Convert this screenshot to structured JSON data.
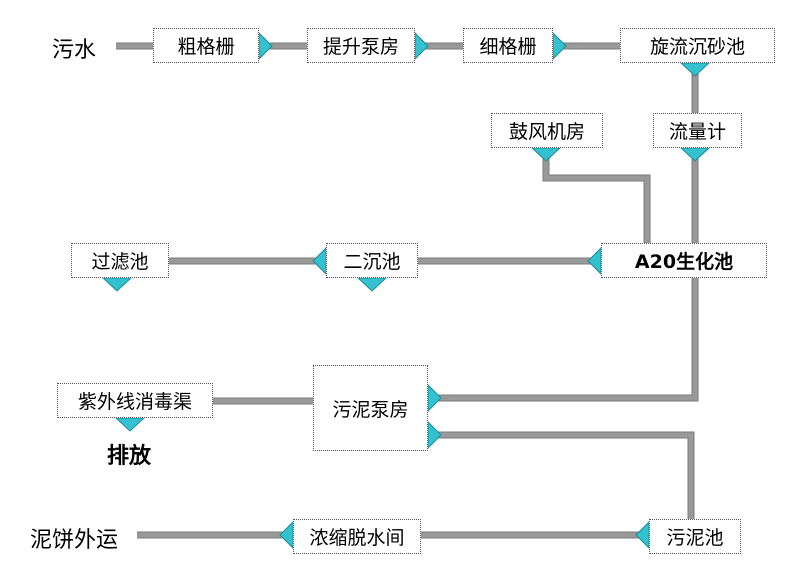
{
  "diagram": {
    "source_label": "污水",
    "discharge_label": "排放",
    "cake_label": "泥饼外运",
    "nodes": {
      "coarse_screen": "粗格栅",
      "lift_pump": "提升泵房",
      "fine_screen": "细格栅",
      "grit_chamber": "旋流沉砂池",
      "flow_meter": "流量计",
      "blower_room": "鼓风机房",
      "a2o_tank": "A20生化池",
      "secondary_clarifier": "二沉池",
      "filter_tank": "过滤池",
      "uv_channel": "紫外线消毒渠",
      "sludge_pump": "污泥泵房",
      "sludge_tank": "污泥池",
      "dewatering": "浓缩脱水间"
    }
  },
  "colors": {
    "pipe": "#999999",
    "pipe_edge": "#7a7a7a",
    "arrow": "#33c1cf",
    "arrow_edge": "#1b8c99",
    "box_border": "#555555"
  }
}
